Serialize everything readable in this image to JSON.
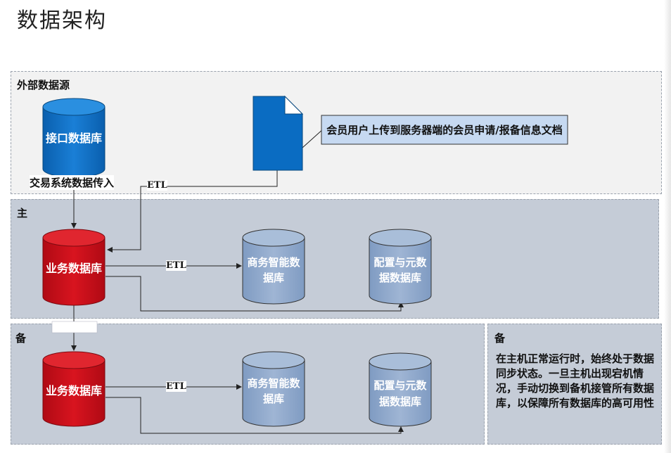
{
  "page": {
    "title": "数据架构"
  },
  "regions": {
    "external": {
      "label": "外部数据源"
    },
    "primary": {
      "label": "主"
    },
    "backup": {
      "label": "备"
    },
    "note": {
      "label": "备",
      "text": "在主机正常运行时，始终处于数据同步状态。一旦主机出现宕机情况，手动切换到备机接管所有数据库，以保障所有数据库的高可用性"
    }
  },
  "nodes": {
    "interface_db": {
      "label": "接口数据库"
    },
    "document_caption": "会员用户上传到服务器端的会员申请/报备信息文档",
    "primary_business_db": {
      "label": "业务数据库"
    },
    "primary_bi_db": {
      "line1": "商务智能数",
      "line2": "据库"
    },
    "primary_config_db": {
      "line1": "配置与元数",
      "line2": "据数据库"
    },
    "backup_business_db": {
      "label": "业务数据库"
    },
    "backup_bi_db": {
      "line1": "商务智能数",
      "line2": "据库"
    },
    "backup_config_db": {
      "line1": "配置与元数",
      "line2": "据数据库"
    }
  },
  "edges": {
    "trade_feed": "交易系统数据传入",
    "etl_doc": "ETL",
    "etl_primary": "ETL",
    "etl_backup": "ETL"
  },
  "colors": {
    "blue_db": "#0a6cc2",
    "red_db": "#c8101a",
    "light_db": "#8aa4c8",
    "callout": "#c6d9f1"
  }
}
